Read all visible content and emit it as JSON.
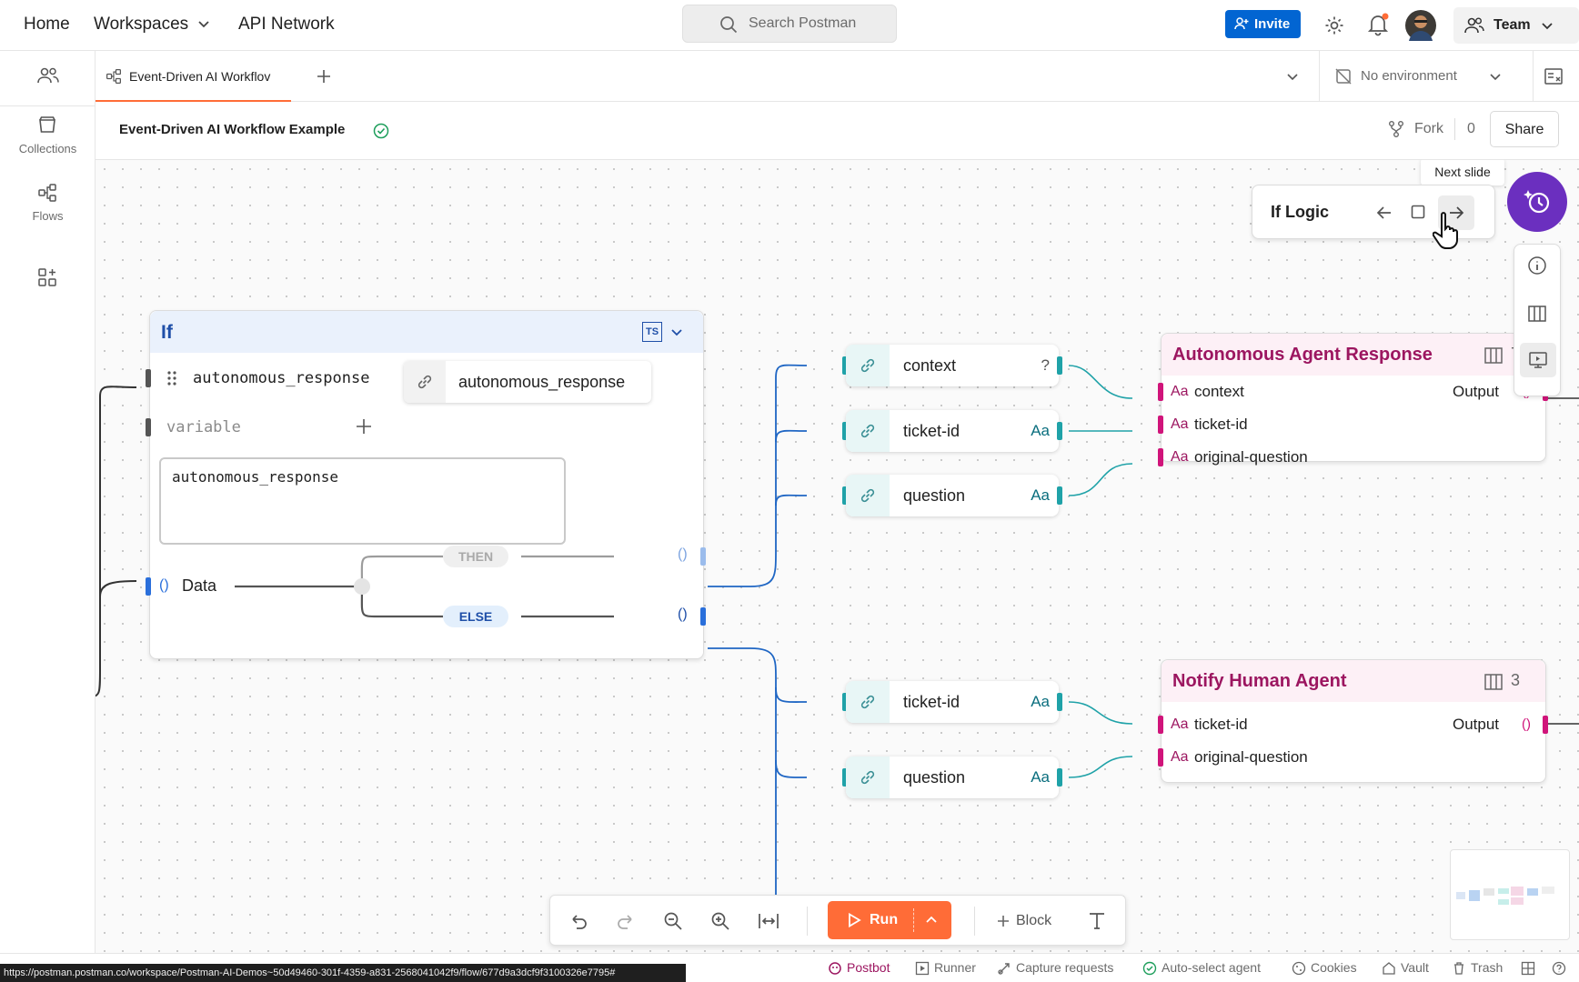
{
  "topnav": {
    "home": "Home",
    "workspaces": "Workspaces",
    "api_network": "API Network",
    "search_placeholder": "Search Postman",
    "invite": "Invite",
    "team": "Team"
  },
  "sidebar": {
    "collections": "Collections",
    "flows": "Flows"
  },
  "tabs": {
    "tab1": "Event-Driven AI Workflov",
    "environment": "No environment"
  },
  "title": {
    "name": "Event-Driven AI Workflow Example",
    "fork": "Fork",
    "fork_count": "0",
    "share": "Share"
  },
  "slides": {
    "tooltip": "Next slide",
    "name": "If Logic"
  },
  "if_block": {
    "title": "If",
    "lang_badge": "TS",
    "var_name": "autonomous_response",
    "var_link": "autonomous_response",
    "var_placeholder": "variable",
    "expression": "autonomous_response",
    "data_label": "Data",
    "then_label": "THEN",
    "else_label": "ELSE",
    "port_glyph": "()"
  },
  "pills_top": [
    {
      "label": "context",
      "type": "?"
    },
    {
      "label": "ticket-id",
      "type": "Aa"
    },
    {
      "label": "question",
      "type": "Aa"
    }
  ],
  "pills_bottom": [
    {
      "label": "ticket-id",
      "type": "Aa"
    },
    {
      "label": "question",
      "type": "Aa"
    }
  ],
  "agent1": {
    "title": "Autonomous Agent Response",
    "count": "7",
    "output": "Output",
    "rows": [
      "context",
      "ticket-id",
      "original-question"
    ],
    "type": "Aa"
  },
  "agent2": {
    "title": "Notify Human Agent",
    "count": "3",
    "output": "Output",
    "rows": [
      "ticket-id",
      "original-question"
    ],
    "type": "Aa"
  },
  "toolbar": {
    "run": "Run",
    "block": "Block"
  },
  "status": {
    "postbot": "Postbot",
    "runner": "Runner",
    "capture": "Capture requests",
    "auto_select": "Auto-select agent",
    "cookies": "Cookies",
    "vault": "Vault",
    "trash": "Trash",
    "url": "https://postman.postman.co/workspace/Postman-AI-Demos~50d49460-301f-4359-a831-2568041042f9/flow/677d9a3dcf9f3100326e7795#"
  },
  "colors": {
    "accent": "#ff6c37",
    "invite": "#0265d2",
    "flow_line": "#1f66c4",
    "teal": "#1fa2a8",
    "pink": "#d0147a",
    "purple": "#6b2fbf"
  }
}
